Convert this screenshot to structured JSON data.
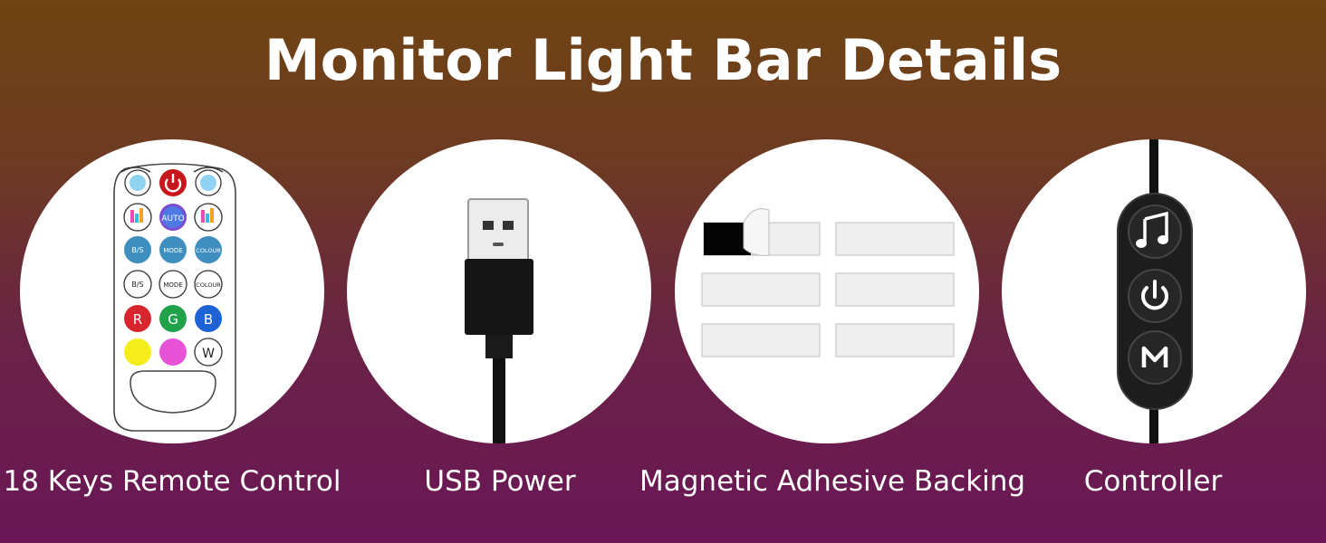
{
  "title": "Monitor Light Bar Details",
  "items": [
    {
      "label": "18 Keys Remote Control"
    },
    {
      "label": "USB Power"
    },
    {
      "label": "Magnetic Adhesive Backing"
    },
    {
      "label": "Controller"
    }
  ],
  "remote": {
    "keys": [
      "",
      "",
      "",
      "",
      "AUTO",
      "",
      "B/S",
      "MODE",
      "COLOUR",
      "B/S",
      "MODE",
      "COLOUR",
      "R",
      "G",
      "B",
      "",
      "",
      "W"
    ]
  },
  "colors": {
    "bg_top": "#6e4412",
    "bg_bottom": "#6a1656",
    "power_red": "#c8161d",
    "key_red": "#d8262f",
    "key_green": "#1fa24a",
    "key_blue": "#1d63d6",
    "key_yellow": "#f6ee1c",
    "key_pink": "#e653d6"
  },
  "controller": {
    "icons": [
      "music-note-icon",
      "power-icon",
      "mode-m-icon"
    ]
  }
}
